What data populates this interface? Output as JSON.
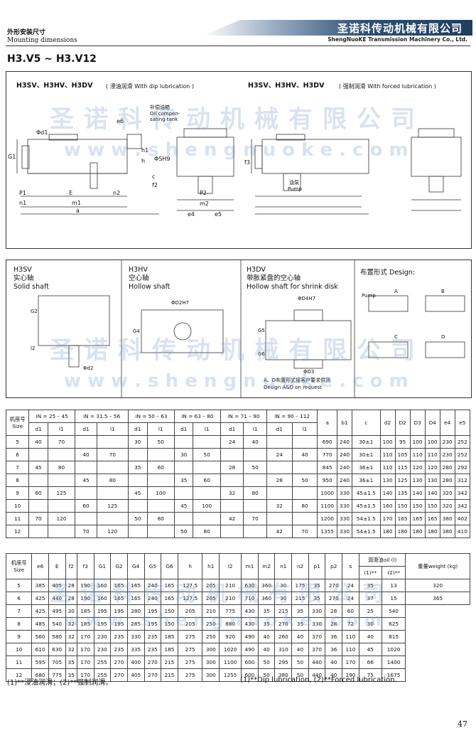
{
  "header": {
    "cn_section": "外形安装尺寸",
    "en_section": "Mounting dimensions",
    "company_cn": "圣诺科传动机械有限公司",
    "company_en": "ShengNuoKE Transmission Machinery Co., Ltd.",
    "model": "H3.V5 ~ H3.V12"
  },
  "top_left": {
    "title": "H3SV、H3HV、H3DV",
    "subtitle": "( 浸油润滑 With dip lubrication )",
    "callout_cn": "补偿油箱",
    "callout_en1": "Oil compen-",
    "callout_en2": "sating tank"
  },
  "top_right": {
    "title": "H3SV、H3HV、H3DV",
    "subtitle": "( 强制润滑 With forced lubrication )",
    "pump_cn": "油泵",
    "pump_en": "Pump"
  },
  "dim_labels": [
    "Φd1",
    "e6",
    "G1",
    "h",
    "c",
    "f2",
    "ΦSH9",
    "h1",
    "P1",
    "n1",
    "E",
    "m1",
    "n2",
    "a",
    "P2",
    "m2",
    "e4",
    "e5",
    "f3"
  ],
  "mid": {
    "sv_title": "H3SV",
    "sv_cn": "实心轴",
    "sv_en": "Solid shaft",
    "hv_title": "H3HV",
    "hv_cn": "空心轴",
    "hv_en": "Hollow shaft",
    "dv_title": "H3DV",
    "dv_cn": "带胀紧盘的空心轴",
    "dv_en": "Hollow shaft for shrink disk",
    "design_title": "布置形式 Design:",
    "dv_note_cn": "A、D布置形式接客户要求供货",
    "dv_note_en": "Design A&D on request",
    "lbl_G2": "G2",
    "lbl_l2": "l2",
    "lbl_d2": "Φd2",
    "lbl_D2": "ΦD2H7",
    "lbl_G4": "G4",
    "lbl_D4": "ΦD4H7",
    "lbl_G5": "G5",
    "lbl_G6": "G6",
    "lbl_D3": "ΦD3",
    "design_A": "A",
    "design_B": "B",
    "design_C": "C",
    "design_D": "D",
    "design_pump": "Pump"
  },
  "table1": {
    "size_header_cn": "机座号",
    "size_header_en": "Size",
    "ratio_groups": [
      "iN = 25 – 45",
      "iN = 31.5 – 56",
      "iN = 50 – 63",
      "iN = 63 – 80",
      "iN = 71 – 90",
      "iN = 90 – 112"
    ],
    "sub_headers": [
      "d1",
      "l1"
    ],
    "other_headers": [
      "a",
      "b1",
      "c",
      "d2",
      "D2",
      "D3",
      "D4",
      "e4",
      "e5"
    ],
    "rows": [
      [
        "5",
        "40",
        "70",
        "",
        "",
        "30",
        "50",
        "",
        "",
        "24",
        "40",
        "",
        "",
        "690",
        "240",
        "30±1",
        "100",
        "95",
        "100",
        "100",
        "230",
        "252"
      ],
      [
        "6",
        "",
        "",
        "40",
        "70",
        "",
        "",
        "30",
        "50",
        "",
        "",
        "24",
        "40",
        "770",
        "240",
        "30±1",
        "110",
        "105",
        "110",
        "110",
        "230",
        "252"
      ],
      [
        "7",
        "45",
        "80",
        "",
        "",
        "35",
        "60",
        "",
        "",
        "28",
        "50",
        "",
        "",
        "845",
        "240",
        "36±1",
        "110",
        "115",
        "120",
        "120",
        "280",
        "292"
      ],
      [
        "8",
        "",
        "",
        "45",
        "80",
        "",
        "",
        "35",
        "60",
        "",
        "",
        "28",
        "50",
        "950",
        "240",
        "36±1",
        "130",
        "125",
        "130",
        "130",
        "280",
        "312"
      ],
      [
        "9",
        "60",
        "125",
        "",
        "",
        "45",
        "100",
        "",
        "",
        "32",
        "80",
        "",
        "",
        "1000",
        "330",
        "45±1.5",
        "140",
        "135",
        "140",
        "140",
        "320",
        "342"
      ],
      [
        "10",
        "",
        "",
        "60",
        "125",
        "",
        "",
        "45",
        "100",
        "",
        "",
        "32",
        "80",
        "1100",
        "330",
        "45±1.5",
        "160",
        "150",
        "150",
        "150",
        "320",
        "342"
      ],
      [
        "11",
        "70",
        "120",
        "",
        "",
        "50",
        "80",
        "",
        "",
        "42",
        "70",
        "",
        "",
        "1200",
        "330",
        "54±1.5",
        "170",
        "165",
        "165",
        "165",
        "380",
        "402"
      ],
      [
        "12",
        "",
        "",
        "70",
        "120",
        "",
        "",
        "50",
        "80",
        "",
        "",
        "42",
        "70",
        "1355",
        "330",
        "54±1.5",
        "180",
        "180",
        "180",
        "180",
        "380",
        "410"
      ]
    ]
  },
  "table2": {
    "size_header_cn": "机座号",
    "size_header_en": "Size",
    "headers": [
      "e6",
      "E",
      "f2",
      "f3",
      "G1",
      "G2",
      "G4",
      "G5",
      "G6",
      "h",
      "h1",
      "l2",
      "m1",
      "m2",
      "n1",
      "n2",
      "p1",
      "p2",
      "s"
    ],
    "oil_header": "润滑油oil (l)",
    "oil_sub": [
      "(1)**",
      "(2)**"
    ],
    "weight_header": "重量weight (kg)",
    "rows": [
      [
        "5",
        "385",
        "405",
        "28",
        "190",
        "160",
        "165",
        "165",
        "240",
        "165",
        "127.5",
        "205",
        "210",
        "630",
        "360",
        "30",
        "175",
        "35",
        "270",
        "24",
        "35",
        "13",
        "320"
      ],
      [
        "6",
        "425",
        "440",
        "28",
        "190",
        "160",
        "165",
        "165",
        "240",
        "165",
        "127.5",
        "205",
        "210",
        "710",
        "360",
        "30",
        "215",
        "35",
        "270",
        "24",
        "37",
        "15",
        "365"
      ],
      [
        "7",
        "425",
        "495",
        "30",
        "185",
        "195",
        "195",
        "280",
        "195",
        "150",
        "205",
        "210",
        "775",
        "430",
        "35",
        "215",
        "35",
        "330",
        "28",
        "60",
        "25",
        "540"
      ],
      [
        "8",
        "485",
        "540",
        "32",
        "185",
        "195",
        "195",
        "285",
        "195",
        "150",
        "205",
        "250",
        "880",
        "430",
        "35",
        "270",
        "35",
        "330",
        "28",
        "72",
        "30",
        "625"
      ],
      [
        "9",
        "560",
        "580",
        "32",
        "170",
        "230",
        "235",
        "330",
        "235",
        "185",
        "275",
        "250",
        "920",
        "490",
        "40",
        "260",
        "40",
        "370",
        "36",
        "110",
        "40",
        "815"
      ],
      [
        "10",
        "610",
        "630",
        "32",
        "170",
        "230",
        "235",
        "335",
        "235",
        "185",
        "275",
        "300",
        "1020",
        "490",
        "40",
        "310",
        "40",
        "370",
        "36",
        "110",
        "45",
        "1020"
      ],
      [
        "11",
        "595",
        "705",
        "35",
        "170",
        "255",
        "270",
        "400",
        "270",
        "215",
        "275",
        "300",
        "1100",
        "600",
        "50",
        "295",
        "50",
        "440",
        "40",
        "170",
        "66",
        "1400"
      ],
      [
        "12",
        "680",
        "775",
        "35",
        "170",
        "255",
        "270",
        "405",
        "270",
        "215",
        "275",
        "300",
        "1255",
        "600",
        "50",
        "380",
        "50",
        "440",
        "40",
        "190",
        "75",
        "1675"
      ]
    ]
  },
  "notes": {
    "cn": "(1)**浸油润滑；(2)**强制润滑。",
    "en": "(1)**Dip lubrication, (2)**Forced lubrication."
  },
  "page_number": "47",
  "watermark": {
    "cn": "圣诺科传动机械有限公司",
    "en": "w w w . s h e n g n u o k e . c o m"
  }
}
